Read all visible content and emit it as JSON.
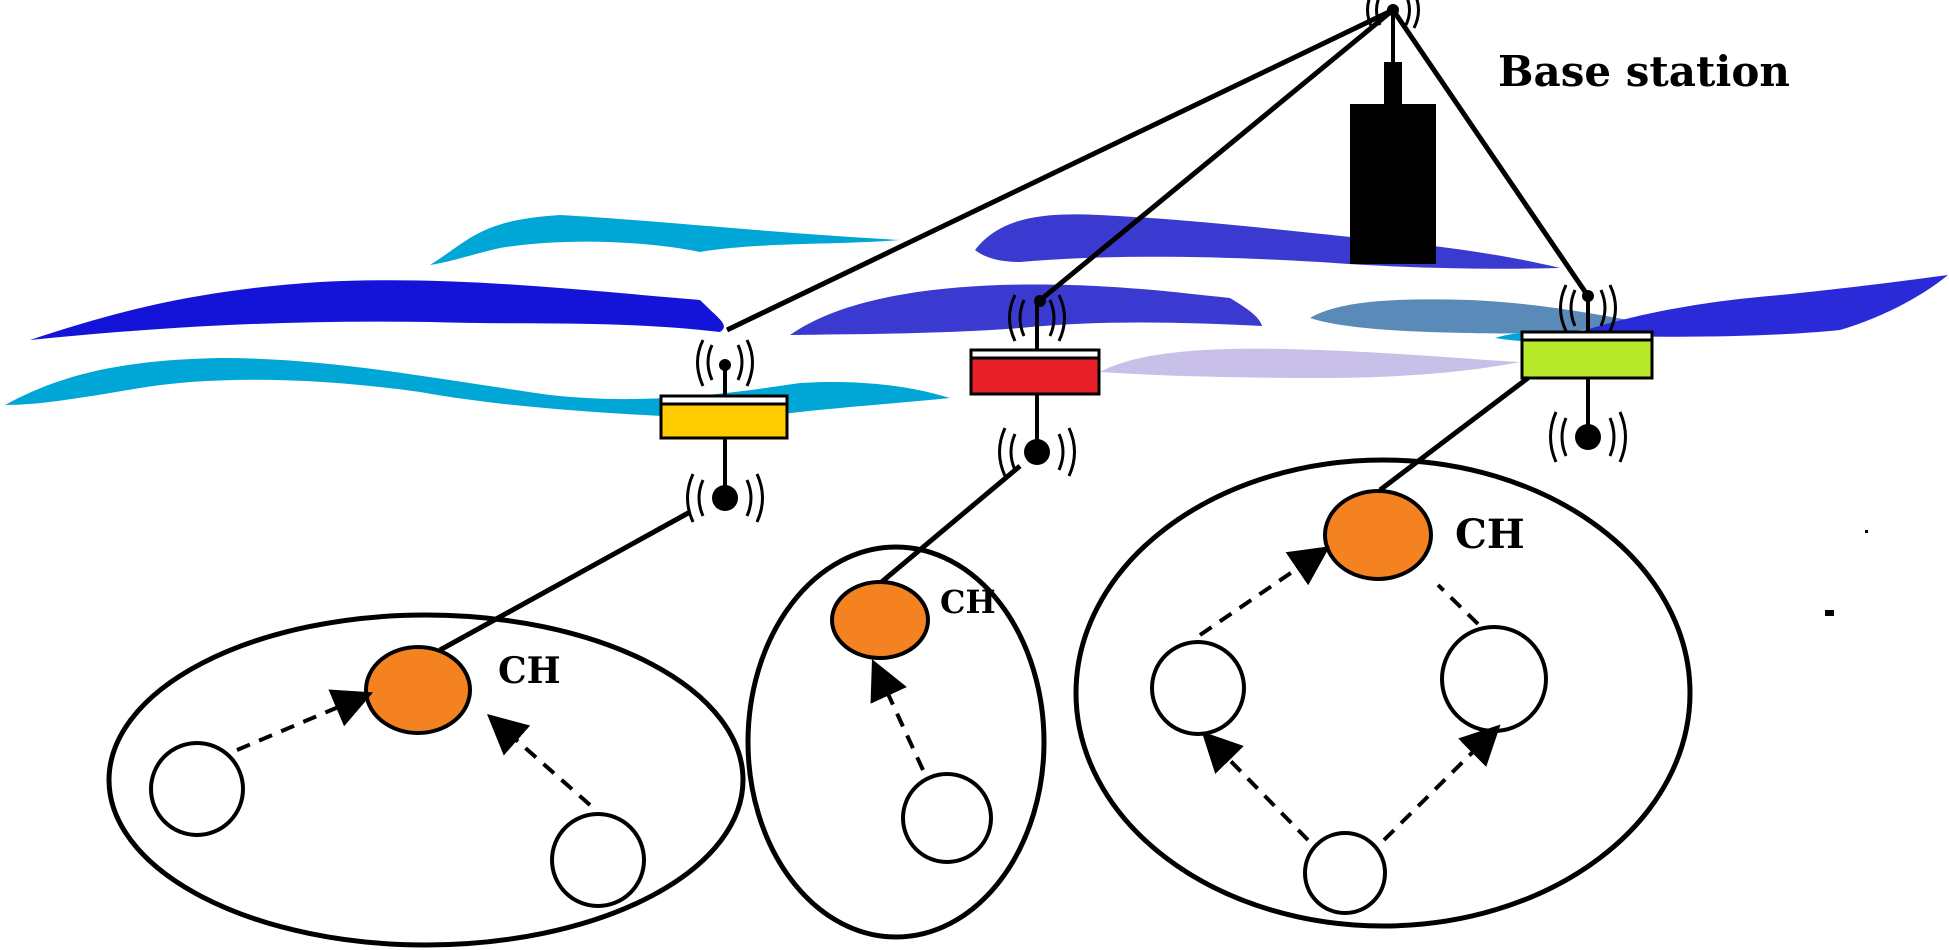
{
  "labels": {
    "base_station": "Base station",
    "cluster_head_1": "CH",
    "cluster_head_2": "CH",
    "cluster_head_3": "CH"
  },
  "colors": {
    "water_light": "#00a6d6",
    "water_dark": "#1b1bd8",
    "water_mid": "#3a3ad0",
    "water_pale": "#c8c0e8",
    "water_grey": "#5a8ab8",
    "buoy_1": "#ffcc00",
    "buoy_2": "#e8202a",
    "buoy_3": "#b8e82a",
    "cluster_head": "#f58220",
    "base_station": "#000000",
    "stroke": "#000000"
  },
  "icons": [
    "antenna-icon",
    "signal-waves-icon",
    "buoy-icon",
    "arrow-icon"
  ]
}
